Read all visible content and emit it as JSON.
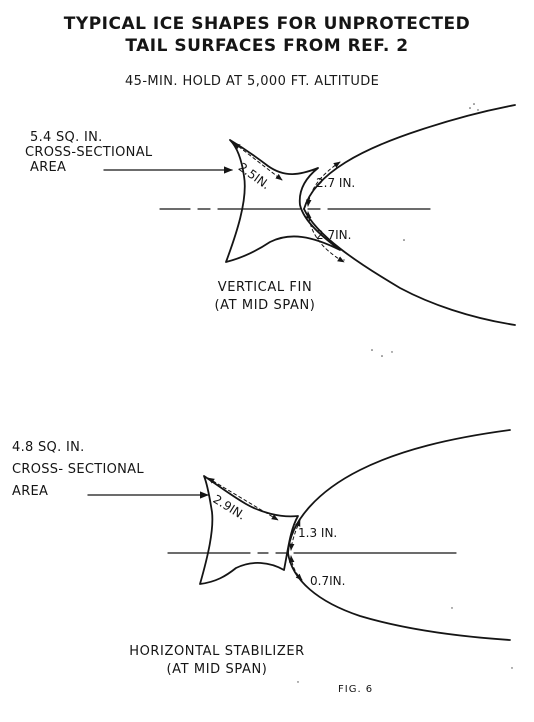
{
  "header": {
    "title_line1": "TYPICAL ICE SHAPES FOR UNPROTECTED",
    "title_line2": "TAIL SURFACES FROM REF. 2",
    "subtitle": "45-MIN. HOLD AT 5,000 FT. ALTITUDE"
  },
  "vertical_fin": {
    "area_label": [
      "5.4 SQ. IN.",
      "CROSS-SECTIONAL",
      "AREA"
    ],
    "dim_upper_horn": "2.5IN.",
    "dim_upper": "2.7 IN.",
    "dim_lower": "2.7IN.",
    "caption": [
      "VERTICAL FIN",
      "(AT MID SPAN)"
    ]
  },
  "horizontal_stabilizer": {
    "area_label": [
      "4.8 SQ. IN.",
      "CROSS- SECTIONAL",
      "AREA"
    ],
    "dim_upper_horn": "2.9IN.",
    "dim_upper": "1.3 IN.",
    "dim_lower": "0.7IN.",
    "caption": [
      "HORIZONTAL STABILIZER",
      "(AT MID SPAN)"
    ]
  },
  "figure_label": "FIG. 6",
  "colors": {
    "ink": "#151515",
    "background": "#ffffff"
  }
}
